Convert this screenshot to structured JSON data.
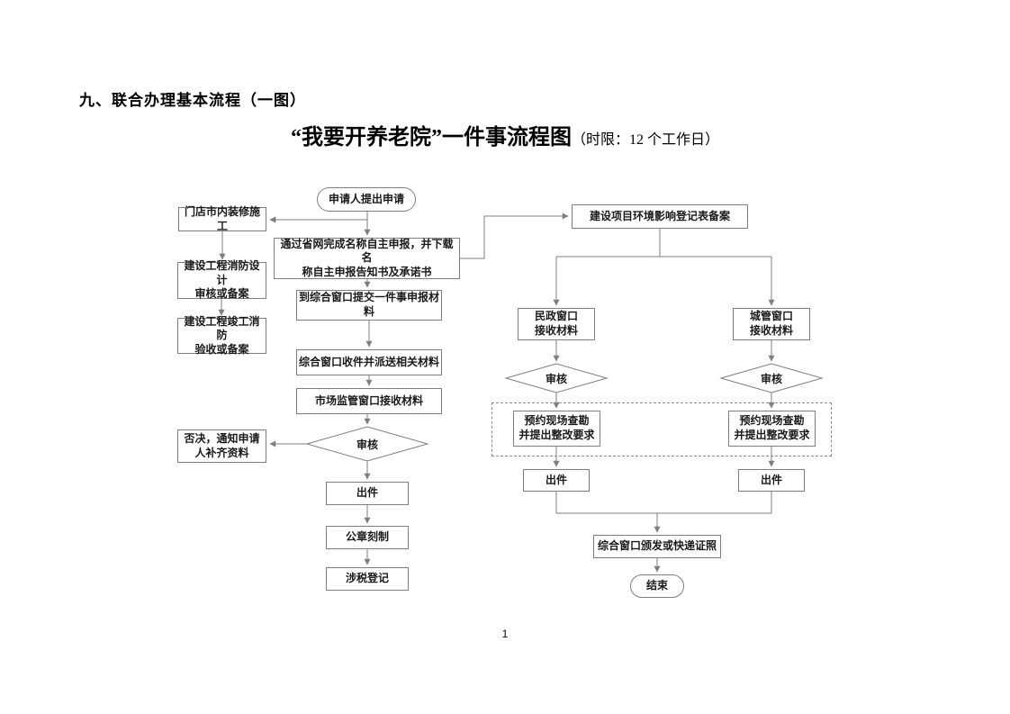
{
  "page": {
    "heading": "九、联合办理基本流程（一图）",
    "title_main": "“我要开养老院”一件事流程图",
    "title_note": "（时限：12 个工作日）",
    "page_number": "1"
  },
  "flowchart": {
    "colors": {
      "line": "#7f7f7f",
      "border": "#7f7f7f",
      "text": "#1a1a1a"
    },
    "nodes": {
      "start": "申请人提出申请",
      "decoration": "门店市内装修施工",
      "declare": "通过省网完成名称自主申报，并下载名\n称自主申报告知书及承诺书",
      "fire_design": "建设工程消防设计\n审核或备案",
      "submit": "到综合窗口提交一件事申报材\n料",
      "fire_accept": "建设工程竣工消防\n验收或备案",
      "receive": "综合窗口收件并派送相关材料",
      "market": "市场监管窗口接收材料",
      "review_main": "审核",
      "reject": "否决，通知申请\n人补齐资料",
      "issue_main": "出件",
      "seal": "公章刻制",
      "tax": "涉税登记",
      "env": "建设项目环境影响登记表备案",
      "civil": "民政窗口\n接收材料",
      "urban": "城管窗口\n接收材料",
      "review_civil": "审核",
      "review_urban": "审核",
      "survey_civil": "预约现场查勘\n并提出整改要求",
      "survey_urban": "预约现场查勘\n并提出整改要求",
      "issue_civil": "出件",
      "issue_urban": "出件",
      "deliver": "综合窗口颁发或快递证照",
      "end": "结束"
    }
  }
}
